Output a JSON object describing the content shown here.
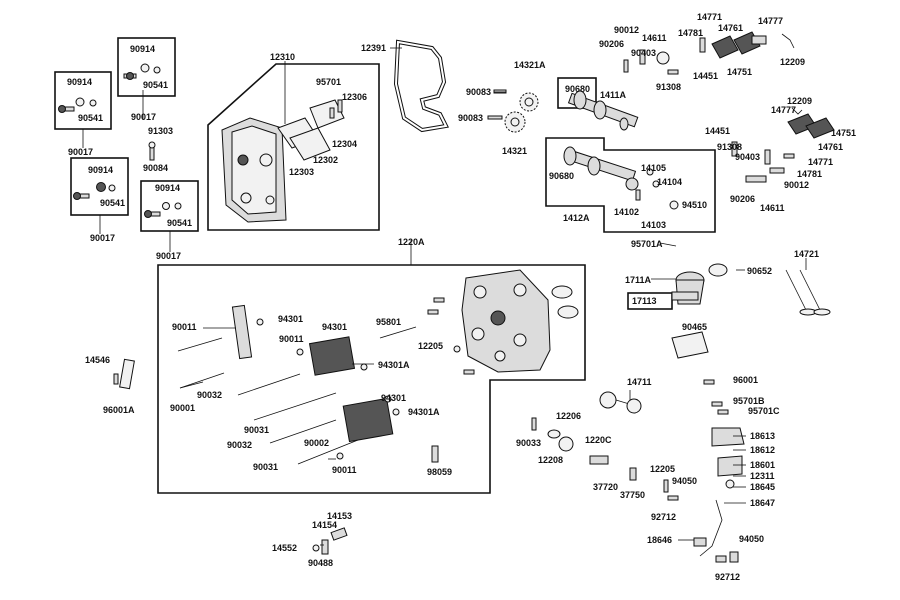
{
  "labels": {
    "l90914a": "90914",
    "l90541a": "90541",
    "l90017a": "90017",
    "l90914b": "90914",
    "l90541b": "90541",
    "l90017b": "90017",
    "l90914c": "90914",
    "l90541c": "90541",
    "l90017c": "90017",
    "l90914d": "90914",
    "l90541d": "90541",
    "l90017d": "90017",
    "l91303": "91303",
    "l90084": "90084",
    "l12310": "12310",
    "l95701": "95701",
    "l12306": "12306",
    "l12304": "12304",
    "l12302": "12302",
    "l12303": "12303",
    "l12391": "12391",
    "l90083a": "90083",
    "l90083b": "90083",
    "l14321A": "14321A",
    "l14321": "14321",
    "l90012a": "90012",
    "l14611a": "14611",
    "l90206a": "90206",
    "l90403a": "90403",
    "l14781a": "14781",
    "l14771a": "14771",
    "l14761a": "14761",
    "l14777a": "14777",
    "l12209a": "12209",
    "l14751a": "14751",
    "l14451a": "14451",
    "l91308a": "91308",
    "l90680a": "90680",
    "l1411A": "1411A",
    "l12209b": "12209",
    "l14777b": "14777",
    "l14751b": "14751",
    "l14761b": "14761",
    "l14771b": "14771",
    "l14781b": "14781",
    "l14451b": "14451",
    "l91308b": "91308",
    "l90403b": "90403",
    "l90012b": "90012",
    "l90206b": "90206",
    "l14611b": "14611",
    "l90680b": "90680",
    "l14105": "14105",
    "l14104": "14104",
    "l14102": "14102",
    "l14103": "14103",
    "l94510": "94510",
    "l1412A": "1412A",
    "l95701A": "95701A",
    "l1220A": "1220A",
    "l1711A": "1711A",
    "l17113": "17113",
    "l90652": "90652",
    "l14721": "14721",
    "l90465": "90465",
    "l96001": "96001",
    "l95701B": "95701B",
    "l95701C": "95701C",
    "l14711": "14711",
    "l18613": "18613",
    "l18612": "18612",
    "l18601": "18601",
    "l12311": "12311",
    "l18645": "18645",
    "l18647": "18647",
    "l18646": "18646",
    "l94050a": "94050",
    "l94050b": "94050",
    "l92712a": "92712",
    "l92712b": "92712",
    "l12205b": "12205",
    "l37720": "37720",
    "l37750": "37750",
    "l12206": "12206",
    "l90033": "90033",
    "l12208": "12208",
    "l1220C": "1220C",
    "l90011a": "90011",
    "l94301a": "94301",
    "l90011b": "90011",
    "l94301b": "94301",
    "l95801": "95801",
    "l94301Aa": "94301A",
    "l90001": "90001",
    "l90032a": "90032",
    "l94301c": "94301",
    "l94301Ab": "94301A",
    "l90031a": "90031",
    "l90002": "90002",
    "l90032b": "90032",
    "l90031b": "90031",
    "l90011c": "90011",
    "l98059": "98059",
    "l12205a": "12205",
    "l14546": "14546",
    "l96001A": "96001A",
    "l14153": "14153",
    "l14154": "14154",
    "l14552": "14552",
    "l90488": "90488"
  }
}
